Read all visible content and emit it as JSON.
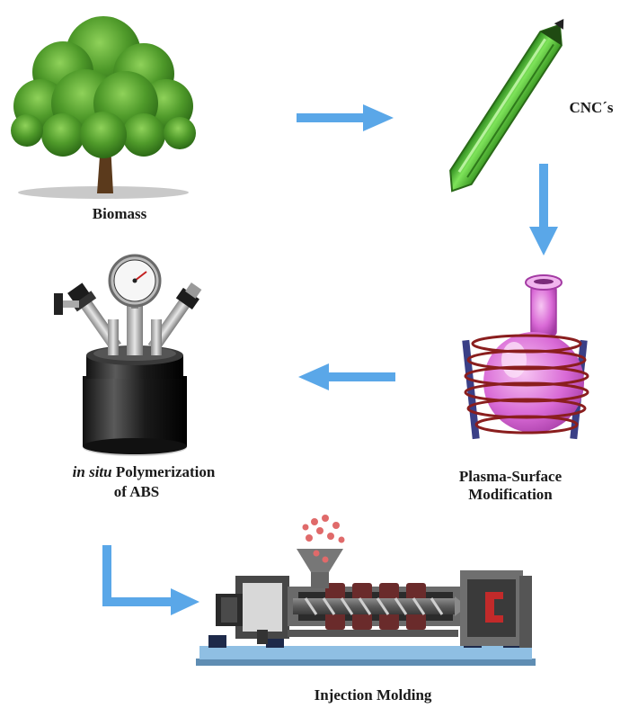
{
  "stages": {
    "biomass": {
      "label": "Biomass",
      "icon": "tree-icon"
    },
    "cnc": {
      "label": "CNC´s",
      "icon": "crystal-icon"
    },
    "plasma": {
      "line1": "Plasma-Surface",
      "line2": "Modification",
      "icon": "plasma-flask-icon"
    },
    "polymerization": {
      "line1_italic": "in situ",
      "line1_rest": " Polymerization",
      "line2": "of ABS",
      "icon": "pressure-reactor-icon"
    },
    "molding": {
      "label": "Injection Molding",
      "icon": "injection-molding-machine-icon"
    }
  },
  "colors": {
    "arrow": "#5aa7e8",
    "foliage": "#3f8a1f",
    "crystal": "#5cc23a",
    "flask": "#d96ad6",
    "coil": "#8a1e1e",
    "reactor": "#2a2a2a",
    "machine_base": "#7fb0d6"
  }
}
